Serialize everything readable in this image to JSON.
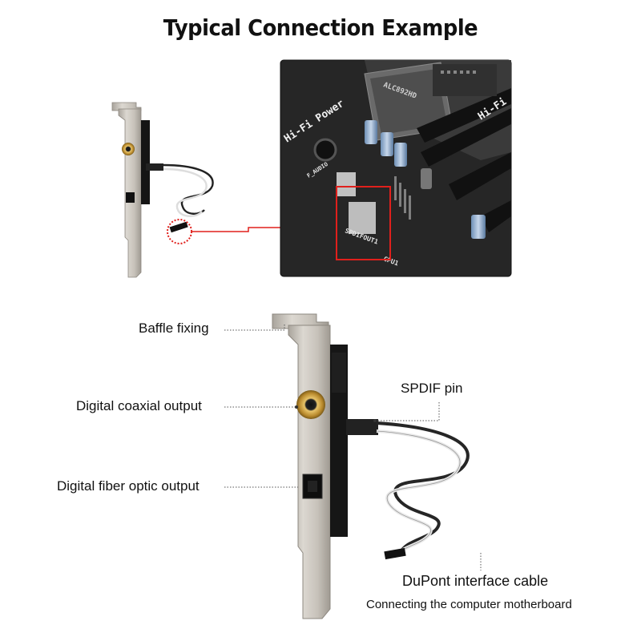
{
  "title": "Typical Connection Example",
  "board": {
    "hifi_power": "Hi-Fi Power",
    "chip": "ALC892HD",
    "hifi_right": "Hi-Fi",
    "f_audio": "F_AUDIO",
    "spdif_out": "SPDIFOUT1",
    "cpu": "CPU1"
  },
  "labels": {
    "baffle": "Baffle fixing",
    "coax": "Digital coaxial output",
    "fiber": "Digital fiber optic output",
    "spdif": "SPDIF pin",
    "dupont": "DuPont interface cable",
    "connect": "Connecting the computer motherboard"
  },
  "colors": {
    "highlight": "#e0201c",
    "bracket": "#c9c4bd",
    "pcb": "#1c1c1c",
    "board_bg": "#2a2a2a"
  }
}
